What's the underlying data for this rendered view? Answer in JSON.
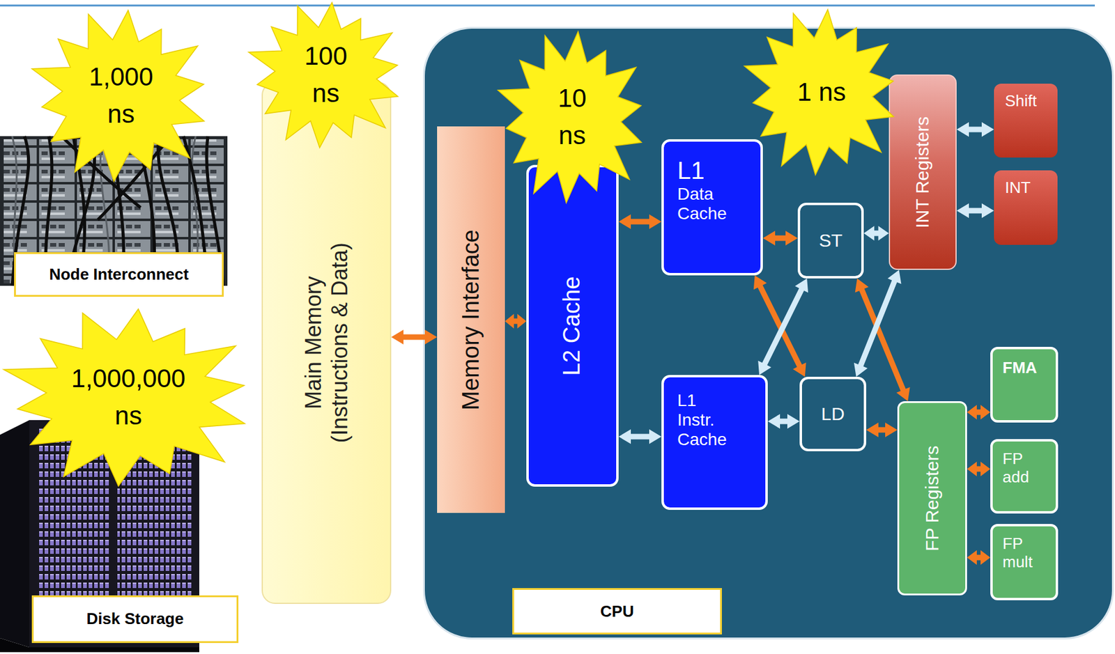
{
  "diagram": {
    "nodes": [
      {
        "text": [
          "1,000 ns"
        ]
      },
      {
        "text": [
          "100 ns"
        ]
      },
      {
        "text": [
          "10 ns"
        ]
      },
      {
        "text": [
          "1 ns"
        ]
      },
      {
        "text": [
          "Node Interconnect"
        ]
      },
      {
        "text": [
          "1,000,000 ns"
        ]
      },
      {
        "text": [
          "Disk Storage"
        ]
      },
      {
        "text": [
          "Main Memory",
          "(Instructions & Data)"
        ]
      },
      {
        "text": [
          "CPU"
        ]
      },
      {
        "text": [
          "Memory Interface"
        ],
        "in": 8
      },
      {
        "text": [
          "L2 Cache"
        ],
        "in": 8
      },
      {
        "text": [
          "L1",
          "Data Cache"
        ],
        "in": 8
      },
      {
        "text": [
          "ST"
        ],
        "in": 8
      },
      {
        "text": [
          "INT Registers"
        ],
        "in": 8
      },
      {
        "text": [
          "Shift"
        ],
        "in": 8
      },
      {
        "text": [
          "INT"
        ],
        "in": 8
      },
      {
        "text": [
          "L1 Instr. Cache"
        ],
        "in": 8
      },
      {
        "text": [
          "LD"
        ],
        "in": 8
      },
      {
        "text": [
          "FP Registers"
        ],
        "in": 8
      },
      {
        "text": [
          "FMA"
        ],
        "in": 8
      },
      {
        "text": [
          "FP add"
        ],
        "in": 8
      },
      {
        "text": [
          "FP mult"
        ],
        "in": 8
      }
    ],
    "edges": [
      {
        "from": 7,
        "to": 9,
        "arrow": "both"
      },
      {
        "from": 9,
        "to": 10,
        "arrow": "both"
      },
      {
        "from": 10,
        "to": 11,
        "arrow": "both"
      },
      {
        "from": 10,
        "to": 16,
        "arrow": "both"
      },
      {
        "from": 11,
        "to": 12,
        "arrow": "both"
      },
      {
        "from": 12,
        "to": 13,
        "arrow": "both"
      },
      {
        "from": 13,
        "to": 14,
        "arrow": "both"
      },
      {
        "from": 13,
        "to": 15,
        "arrow": "both"
      },
      {
        "from": 11,
        "to": 17,
        "arrow": "both"
      },
      {
        "from": 16,
        "to": 12,
        "arrow": "both"
      },
      {
        "from": 12,
        "to": 18,
        "arrow": "both"
      },
      {
        "from": 13,
        "to": 17,
        "arrow": "both"
      },
      {
        "from": 16,
        "to": 17,
        "arrow": "both"
      },
      {
        "from": 17,
        "to": 18,
        "arrow": "both"
      },
      {
        "from": 18,
        "to": 19,
        "arrow": "both"
      },
      {
        "from": 18,
        "to": 20,
        "arrow": "both"
      },
      {
        "from": 18,
        "to": 21,
        "arrow": "both"
      }
    ]
  }
}
